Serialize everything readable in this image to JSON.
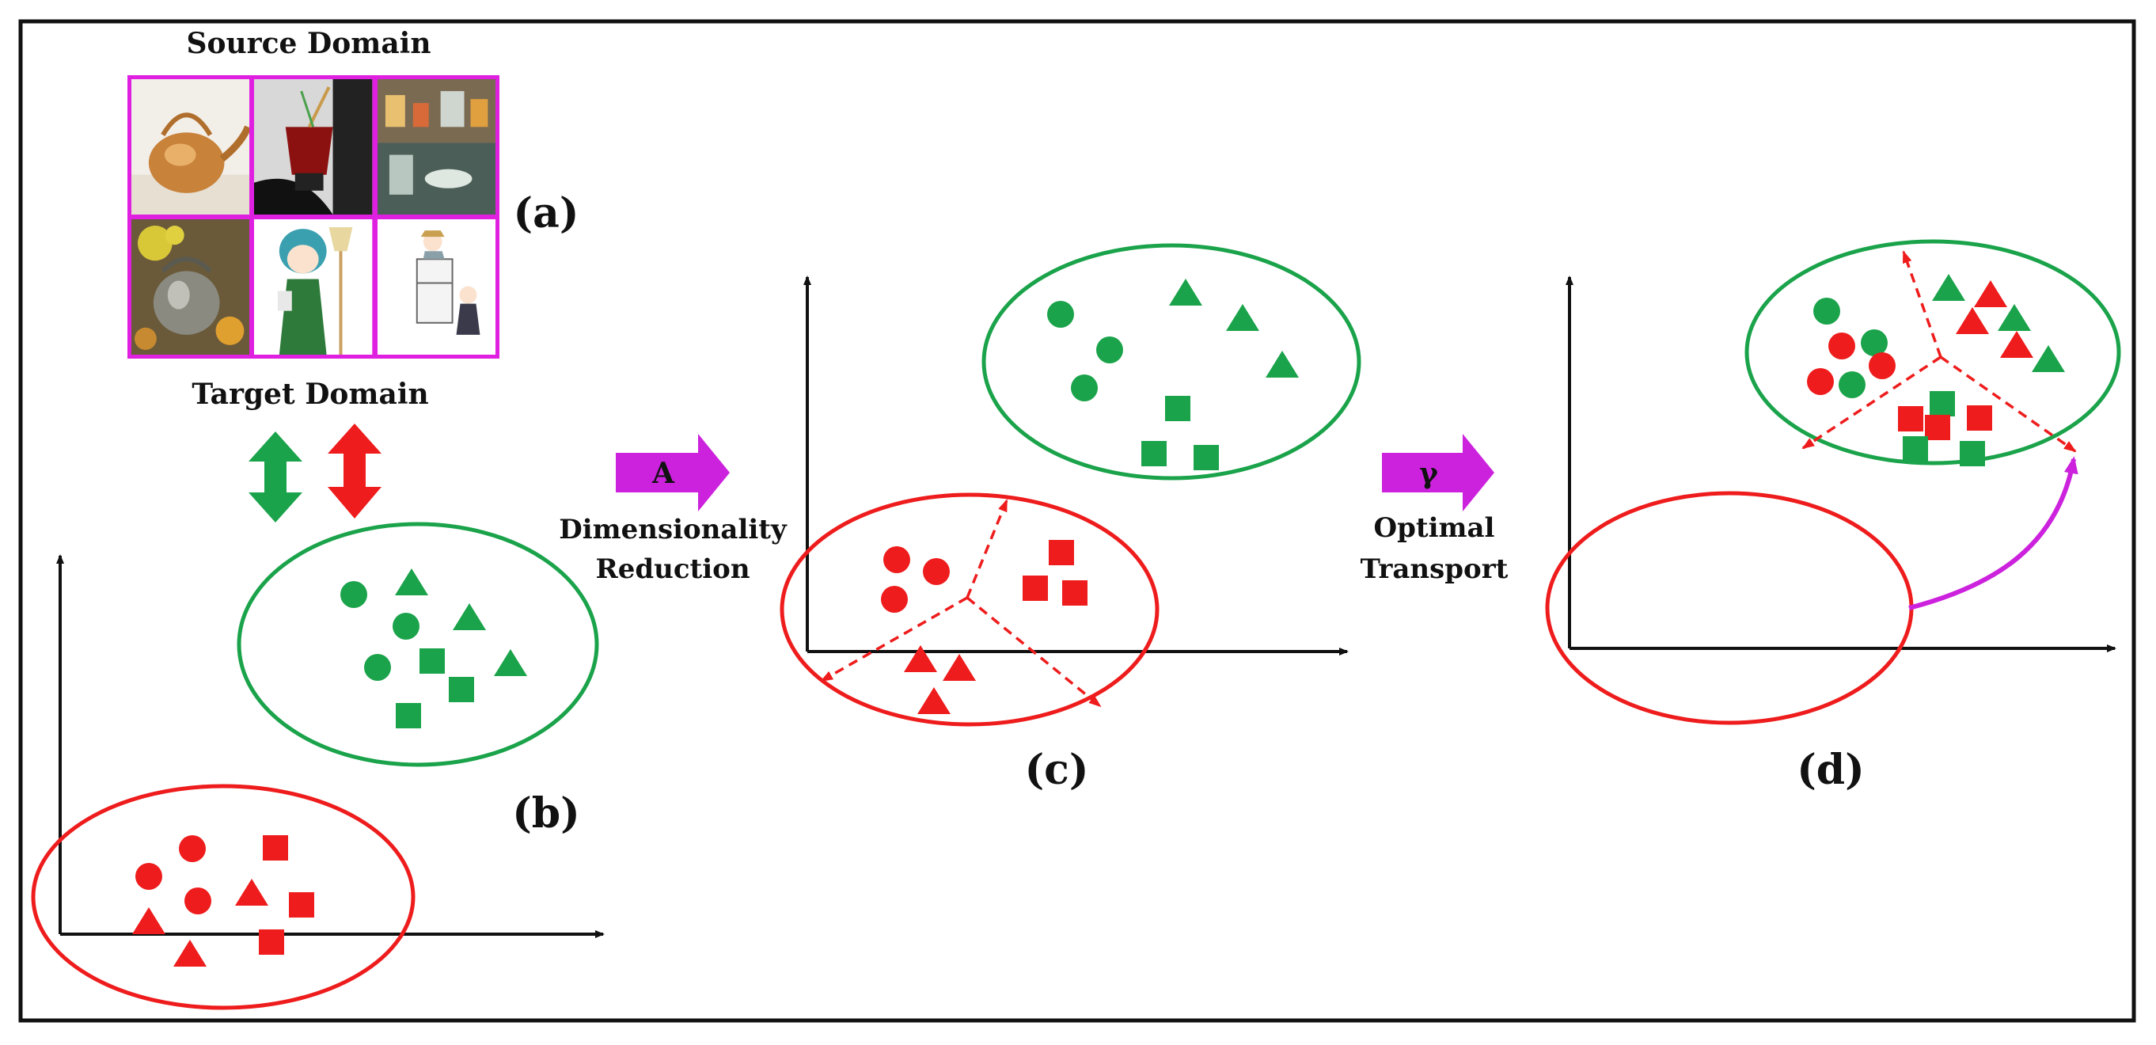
{
  "labels": {
    "source_domain": "Source Domain",
    "target_domain": "Target Domain",
    "panel_a": "(a)",
    "panel_b": "(b)",
    "panel_c": "(c)",
    "panel_d": "(d)",
    "arrow_A": "A",
    "dimensionality_reduction_1": "Dimensionality",
    "dimensionality_reduction_2": "Reduction",
    "arrow_gamma": "γ",
    "optimal_transport_1": "Optimal",
    "optimal_transport_2": "Transport"
  },
  "images": [
    {
      "name": "kettle-copper"
    },
    {
      "name": "red-pot"
    },
    {
      "name": "kitchen-shelf"
    },
    {
      "name": "kettle-silver"
    },
    {
      "name": "anime-girl-broom"
    },
    {
      "name": "cartoon-fridge"
    }
  ],
  "colors": {
    "source": "#ee1c1c",
    "target": "#1aa34a",
    "magenta": "#cc22dd",
    "border": "#111111"
  }
}
